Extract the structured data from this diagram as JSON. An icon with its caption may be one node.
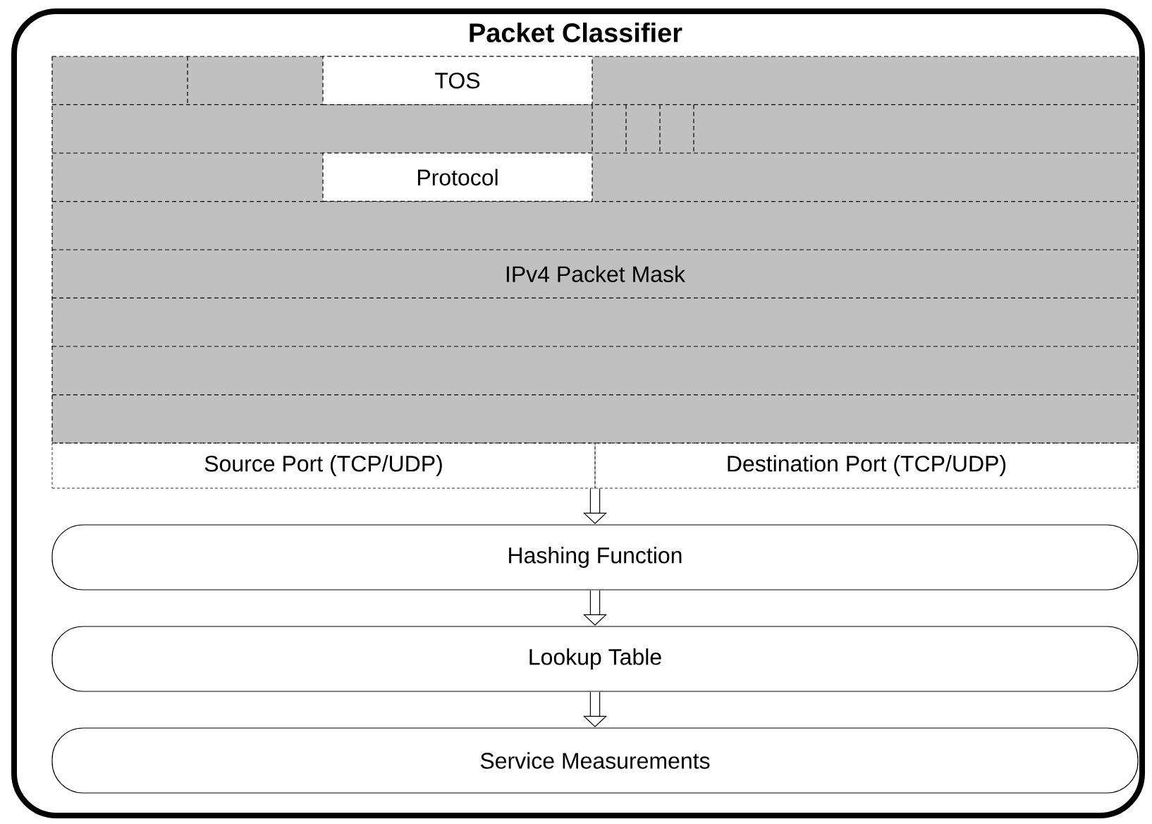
{
  "diagram": {
    "nodes": [
      {
        "text": [
          "Packet Classifier"
        ]
      },
      {
        "text": [
          "TOS"
        ],
        "in": 0
      },
      {
        "text": [
          "Protocol"
        ],
        "in": 0
      },
      {
        "text": [
          "IPv4 Packet Mask"
        ],
        "in": 0
      },
      {
        "text": [
          "Source Port (TCP/UDP)"
        ],
        "in": 0
      },
      {
        "text": [
          "Destination Port (TCP/UDP)"
        ],
        "in": 0
      },
      {
        "text": [
          "Hashing Function"
        ],
        "in": 0
      },
      {
        "text": [
          "Lookup Table"
        ],
        "in": 0
      },
      {
        "text": [
          "Service Measurements"
        ],
        "in": 0
      }
    ],
    "edges": [
      {
        "from": 4,
        "to": 6,
        "arrow": "to"
      },
      {
        "from": 5,
        "to": 6,
        "arrow": "to"
      },
      {
        "from": 6,
        "to": 7,
        "arrow": "to"
      },
      {
        "from": 7,
        "to": 8,
        "arrow": "to"
      }
    ]
  }
}
